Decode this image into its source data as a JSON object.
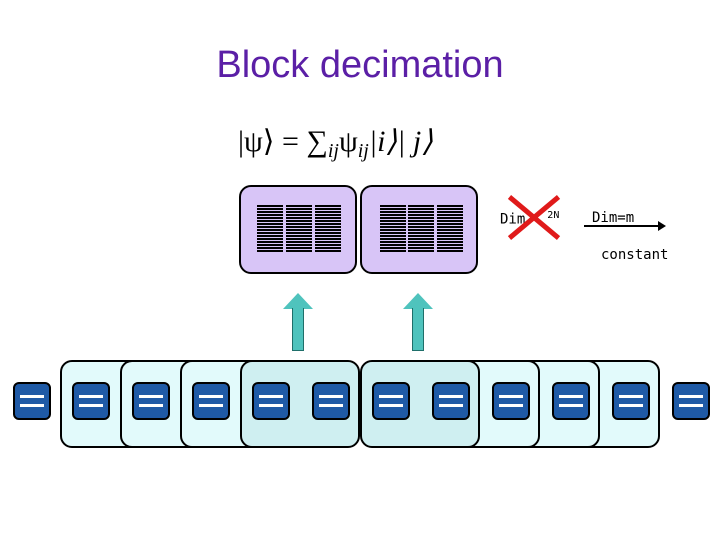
{
  "title": "Block decimation",
  "formula": {
    "lhs": "|ψ⟩ =",
    "sum": "∑",
    "sum_sub": "ij",
    "psi": "ψ",
    "psi_sub": "ij",
    "ket_i": "|i⟩",
    "ket_j": "| j⟩"
  },
  "dim_labels": {
    "before_prefix": "Dim",
    "before_exp": "2N",
    "after": "Dim=m",
    "note": "constant"
  },
  "colors": {
    "title": "#5b1fa6",
    "big_block": "#d8c5f7",
    "small_block": "#e2fafb",
    "site": "#1f5aa6",
    "arrow": "#4fc3bd",
    "cross": "#e01a1a"
  },
  "icons": {
    "cross": "red-x-icon",
    "arrow_right": "arrow-right-icon",
    "arrow_up": "arrow-up-icon"
  }
}
